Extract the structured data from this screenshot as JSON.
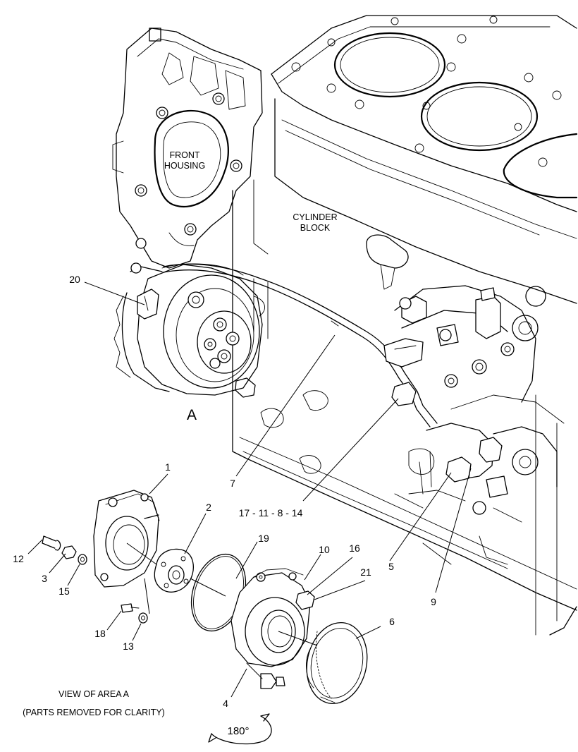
{
  "labels": {
    "front_housing": [
      "FRONT",
      "HOUSING"
    ],
    "cylinder_block": [
      "CYLINDER",
      "BLOCK"
    ],
    "area_marker": "A",
    "view_note": [
      "VIEW OF AREA  A",
      "(PARTS REMOVED FOR CLARITY)"
    ],
    "rotation": "180°"
  },
  "callouts": {
    "c1": "1",
    "c2": "2",
    "c3": "3",
    "c4": "4",
    "c5": "5",
    "c6": "6",
    "c7": "7",
    "c9": "9",
    "c10": "10",
    "c12": "12",
    "c13": "13",
    "c15": "15",
    "c16": "16",
    "c18": "18",
    "c19": "19",
    "c20": "20",
    "c21": "21",
    "c_multi": "17 - 11 - 8 - 14"
  }
}
